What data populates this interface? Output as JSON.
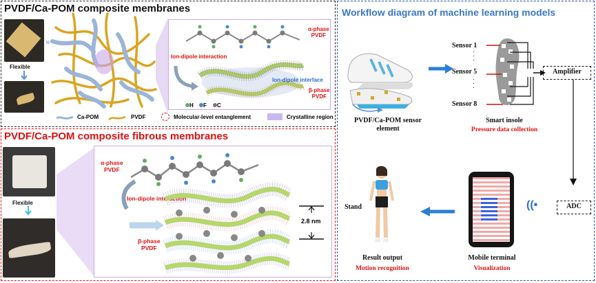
{
  "panel1": {
    "title": "PVDF/Ca-POM composite membranes",
    "flexible": "Flexible",
    "alpha_phase": "α-phase",
    "alpha_pvdf": "PVDF",
    "ion_dipole_interaction": "Ion-dipole interaction",
    "ion_dipole_interface": "Ion-dipole interface",
    "beta_phase": "β-phase",
    "beta_pvdf": "PVDF",
    "atom_legend": [
      "H",
      "F",
      "C"
    ],
    "legend": {
      "ca_pom": "Ca-POM",
      "pvdf": "PVDF",
      "entanglement": "Molecular-level entanglement",
      "crystalline": "Crystalline region"
    }
  },
  "panel2": {
    "title": "PVDF/Ca-POM composite fibrous membranes",
    "flexible": "Flexible",
    "alpha_phase": "α-phase",
    "alpha_pvdf": "PVDF",
    "ion_dipole_interaction": "Ion-dipole interaction",
    "beta_phase": "β-phase",
    "beta_pvdf": "PVDF",
    "spacing": "2.8 nm"
  },
  "panel3": {
    "title": "Workflow diagram of machine learning models",
    "sensors": [
      "Sensor 1",
      "Sensor 5",
      "Sensor 8"
    ],
    "amplifier": "Amplifier",
    "adc": "ADC",
    "sensor_element": "PVDF/Ca-POM sensor element",
    "smart_insole": "Smart insole",
    "pressure": "Pressure data collection",
    "mobile_terminal": "Mobile terminal",
    "visualization": "Visualization",
    "result_output": "Result output",
    "motion": "Motion recognition",
    "stand": "Stand"
  },
  "colors": {
    "accent_red": "#e01010",
    "accent_blue": "#3b78c9",
    "panel_blue_border": "#2a4fa3"
  }
}
